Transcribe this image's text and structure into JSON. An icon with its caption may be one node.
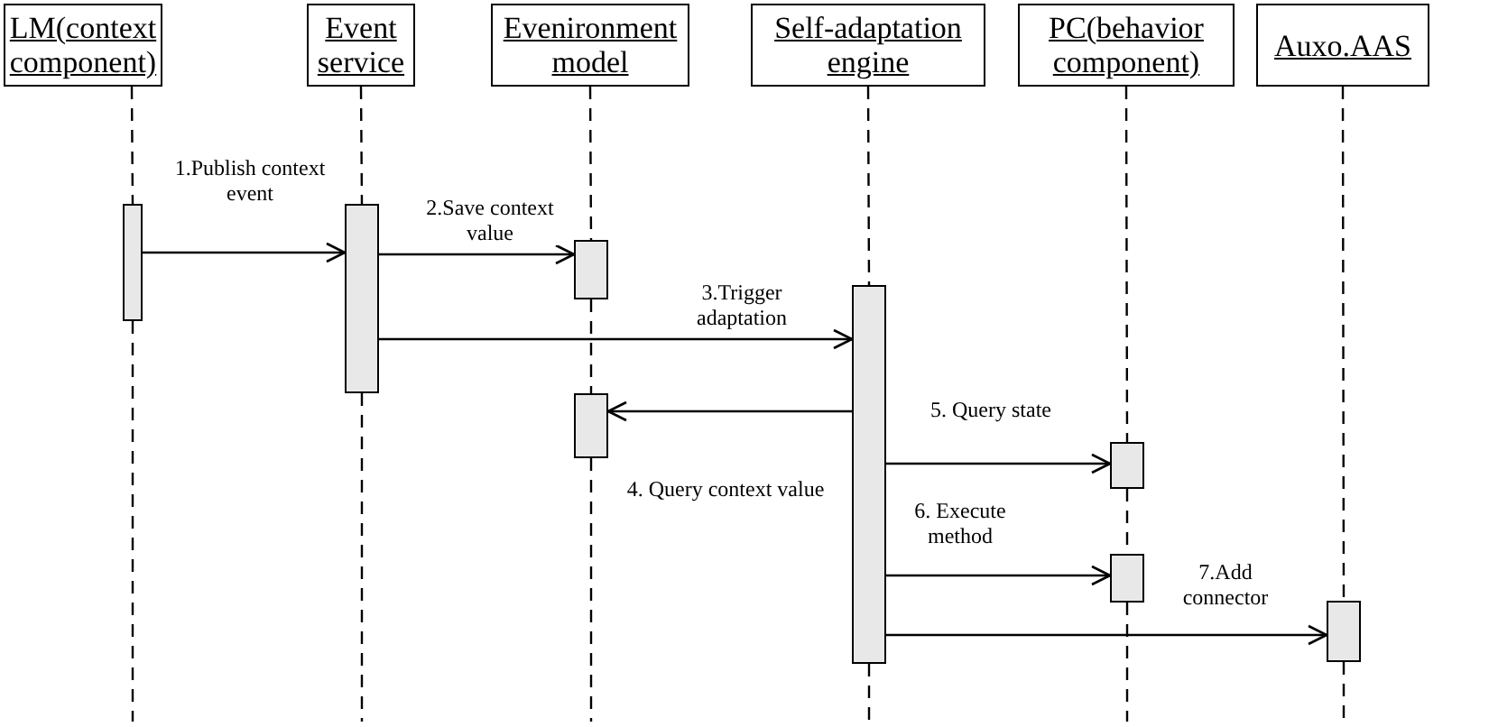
{
  "diagram": {
    "nodes": [
      {
        "text": [
          "LM(context component)"
        ]
      },
      {
        "text": [
          "Event service"
        ]
      },
      {
        "text": [
          "Evenironment model"
        ]
      },
      {
        "text": [
          "Self-adaptation engine"
        ]
      },
      {
        "text": [
          "PC(behavior component)"
        ]
      },
      {
        "text": [
          "Auxo.AAS"
        ]
      },
      {
        "text": [],
        "shape": "bar"
      },
      {
        "text": [],
        "shape": "bar"
      },
      {
        "text": [],
        "shape": "bar"
      },
      {
        "text": [],
        "shape": "bar"
      },
      {
        "text": [],
        "shape": "bar"
      },
      {
        "text": [],
        "shape": "bar"
      },
      {
        "text": [],
        "shape": "bar"
      },
      {
        "text": [],
        "shape": "bar"
      }
    ],
    "edges": [
      {
        "from": 0,
        "to": 6,
        "arrow": "none",
        "style": "dashed"
      },
      {
        "from": 1,
        "to": 7,
        "arrow": "none",
        "style": "dashed"
      },
      {
        "from": 2,
        "to": 8,
        "arrow": "none",
        "style": "dashed"
      },
      {
        "from": 8,
        "to": 10,
        "arrow": "none",
        "style": "dashed"
      },
      {
        "from": 3,
        "to": 9,
        "arrow": "none",
        "style": "dashed"
      },
      {
        "from": 4,
        "to": 11,
        "arrow": "none",
        "style": "dashed"
      },
      {
        "from": 11,
        "to": 12,
        "arrow": "none",
        "style": "dashed"
      },
      {
        "from": 5,
        "to": 13,
        "arrow": "none",
        "style": "dashed"
      },
      {
        "from": 6,
        "to": 7,
        "arrow": "to",
        "label": "1.Publish context event"
      },
      {
        "from": 7,
        "to": 8,
        "arrow": "to",
        "label": "2.Save context value"
      },
      {
        "from": 7,
        "to": 9,
        "arrow": "to",
        "label": "3.Trigger adaptation"
      },
      {
        "from": 9,
        "to": 10,
        "arrow": "to",
        "label": "4. Query context value"
      },
      {
        "from": 9,
        "to": 11,
        "arrow": "to",
        "label": "5. Query state"
      },
      {
        "from": 9,
        "to": 12,
        "arrow": "to",
        "label": "6. Execute method"
      },
      {
        "from": 9,
        "to": 13,
        "arrow": "to",
        "label": "7.Add connector"
      }
    ]
  }
}
